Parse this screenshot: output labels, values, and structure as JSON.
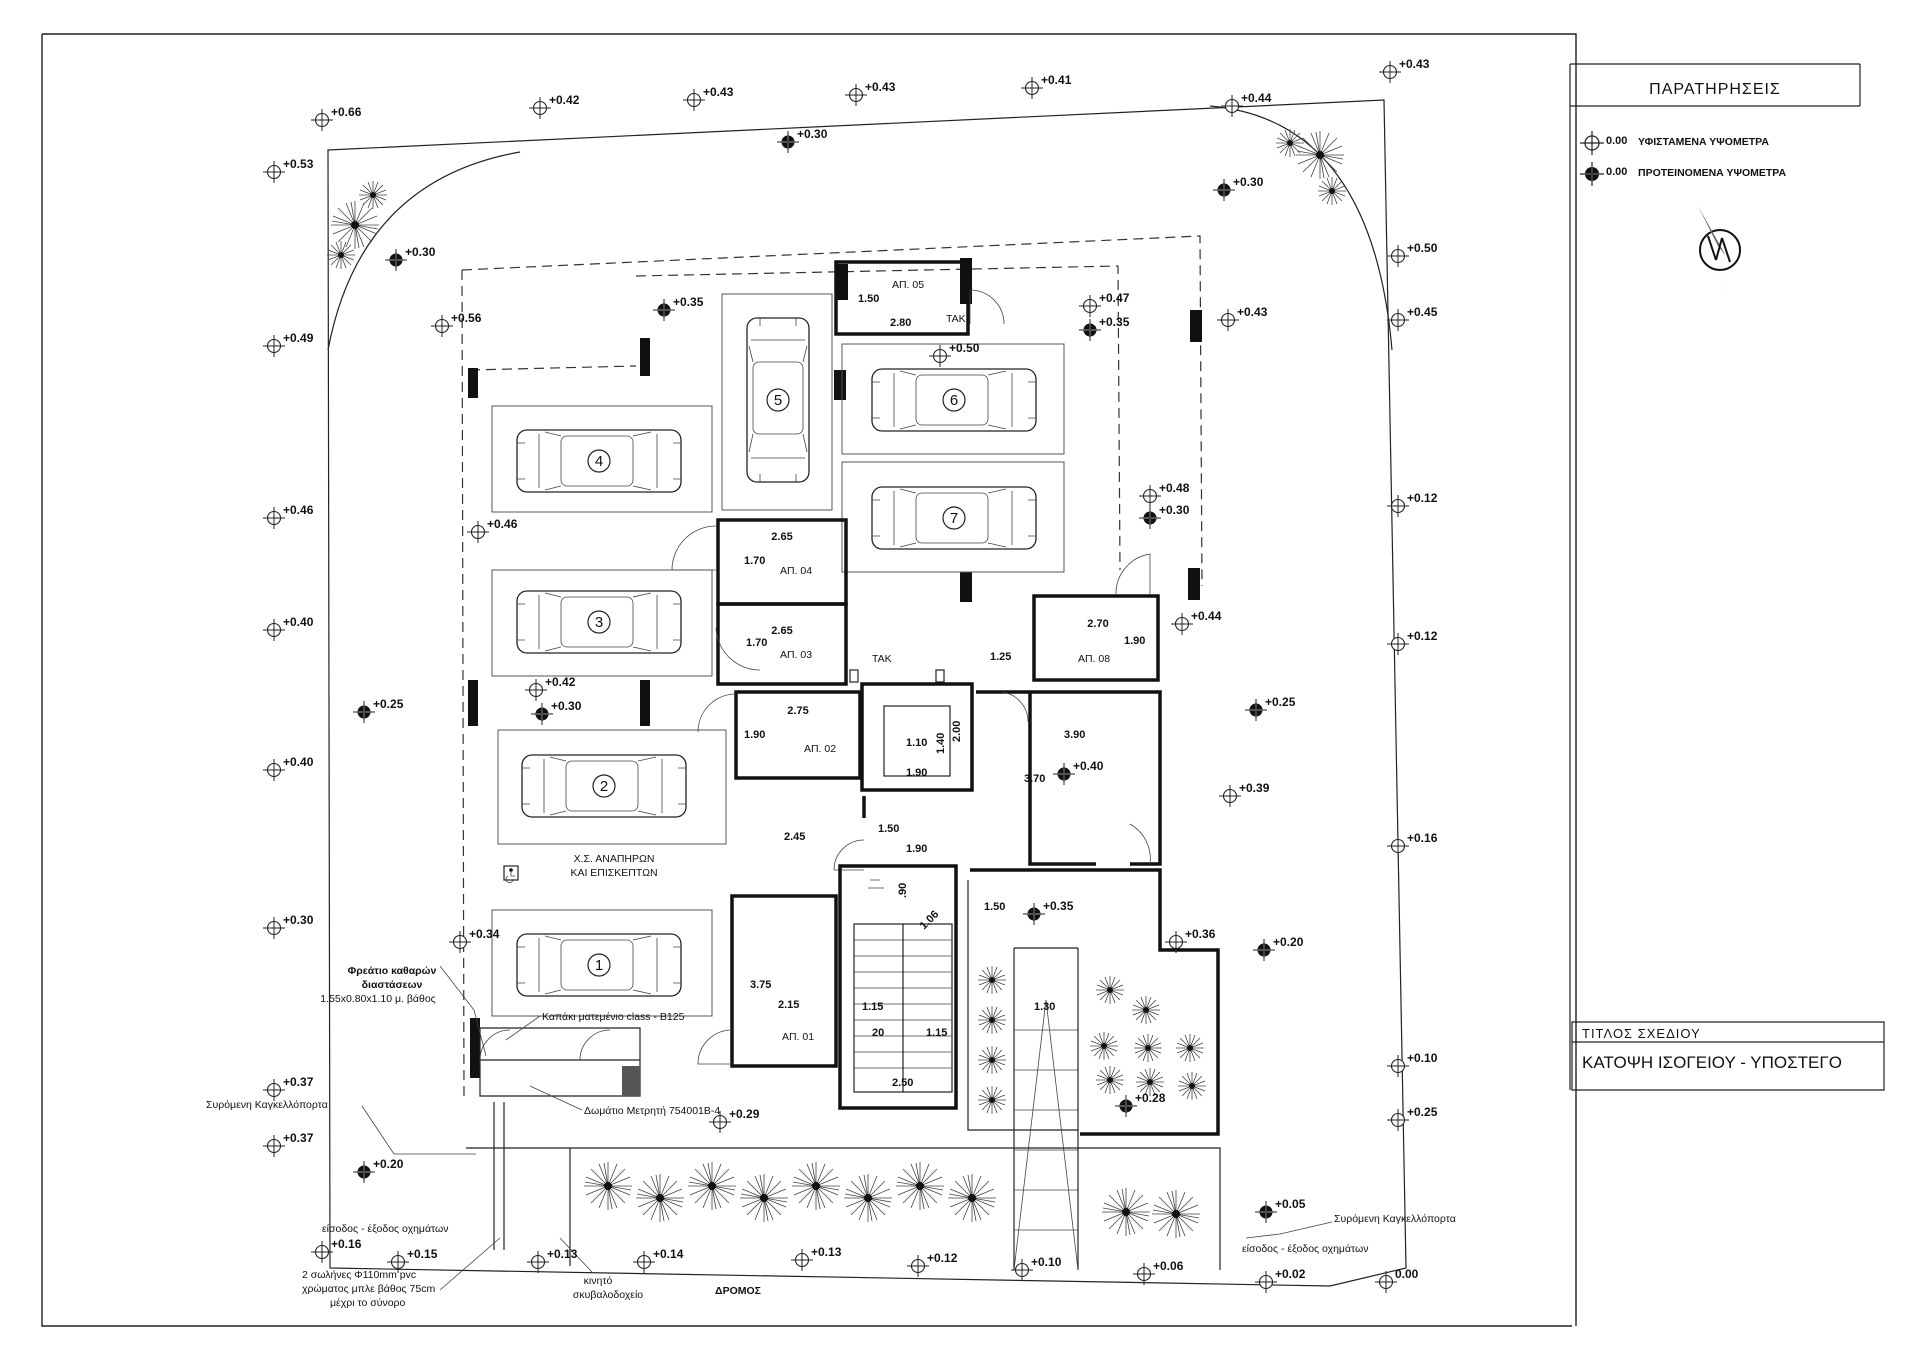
{
  "remarks": {
    "title": "ΠΑΡΑΤΗΡΗΣΕΙΣ",
    "legend": [
      {
        "value": "0.00",
        "label": "ΥΦΙΣΤΑΜΕΝΑ ΥΨΟΜΕΤΡΑ",
        "symbol": "existing"
      },
      {
        "value": "0.00",
        "label": "ΠΡΟΤΕΙΝΟΜΕΝΑ ΥΨΟΜΕΤΡΑ",
        "symbol": "proposed"
      }
    ]
  },
  "title_block": {
    "label": "ΤΙΤΛΟΣ ΣΧΕΔΙΟΥ",
    "title": "ΚΑΤΟΨΗ ΙΣΟΓΕΙΟΥ - ΥΠΟΣΤΕΓΟ"
  },
  "rooms": {
    "ap01": "ΑΠ. 01",
    "ap02": "ΑΠ. 02",
    "ap03": "ΑΠ. 03",
    "ap04": "ΑΠ. 04",
    "ap05": "ΑΠ. 05",
    "ap08": "ΑΠ. 08",
    "tak1": "ΤΑΚ",
    "tak2": "ΤΑΚ"
  },
  "parking": [
    "1",
    "2",
    "3",
    "4",
    "5",
    "6",
    "7"
  ],
  "disabled_parking": [
    "Χ.Σ. ΑΝΑΠΗΡΩΝ",
    "ΚΑΙ ΕΠΙΣΚΕΠΤΩΝ"
  ],
  "dimensions": {
    "ap05_w": "2.80",
    "ap05_h": "1.50",
    "ap04_w": "2.65",
    "ap04_h": "1.70",
    "ap03_w": "2.65",
    "ap03_h": "1.70",
    "ap02_w": "2.75",
    "ap02_h": "1.90",
    "ap08_w": "2.70",
    "ap08_h": "1.90",
    "d125": "1.25",
    "d110": "1.10",
    "d140": "1.40",
    "d200": "2.00",
    "d190a": "1.90",
    "d390": "3.90",
    "d370": "3.70",
    "d245": "2.45",
    "d150a": "1.50",
    "d190b": "1.90",
    "d90": ".90",
    "d106": "1.06",
    "d150b": "1.50",
    "d375": "3.75",
    "d215": "2.15",
    "d115a": "1.15",
    "d115b": "1.15",
    "d20": "20",
    "d250": "2.50",
    "d130": "1.30"
  },
  "notes": {
    "manhole_1": "Φρεάτιο καθαρών",
    "manhole_2": "διαστάσεων",
    "manhole_3": "1.55x0.80x1.10 μ. βάθος",
    "cover": "Καπάκι ματεμένιο class - B125",
    "meter_room": "Δωμάτιο Μετρητή 754001B-4",
    "gate_left": "Συρόμενη Καγκελλόπορτα",
    "gate_right": "Συρόμενη Καγκελλόπορτα",
    "entry_left": "είσοδος - έξοδος οχημάτων",
    "entry_right": "είσοδος - έξοδος οχημάτων",
    "pipes_1": "2 σωλήνες Φ110mm pvc",
    "pipes_2": "χρώματος μπλε βάθος 75cm",
    "pipes_3": "μέχρι το σύνορο",
    "bin_1": "κινητό",
    "bin_2": "σκυβαλοδοχείο",
    "road": "ΔΡΟΜΟΣ"
  },
  "levels": [
    {
      "v": "+0.66",
      "s": "existing"
    },
    {
      "v": "+0.42",
      "s": "existing"
    },
    {
      "v": "+0.43",
      "s": "existing"
    },
    {
      "v": "+0.43",
      "s": "existing"
    },
    {
      "v": "+0.41",
      "s": "existing"
    },
    {
      "v": "+0.44",
      "s": "existing"
    },
    {
      "v": "+0.43",
      "s": "existing"
    },
    {
      "v": "+0.53",
      "s": "existing"
    },
    {
      "v": "+0.30",
      "s": "proposed"
    },
    {
      "v": "+0.30",
      "s": "proposed"
    },
    {
      "v": "+0.30",
      "s": "proposed"
    },
    {
      "v": "+0.50",
      "s": "existing"
    },
    {
      "v": "+0.35",
      "s": "proposed"
    },
    {
      "v": "+0.56",
      "s": "existing"
    },
    {
      "v": "+0.47",
      "s": "existing"
    },
    {
      "v": "+0.35",
      "s": "proposed"
    },
    {
      "v": "+0.43",
      "s": "existing"
    },
    {
      "v": "+0.45",
      "s": "existing"
    },
    {
      "v": "+0.49",
      "s": "existing"
    },
    {
      "v": "+0.50",
      "s": "existing"
    },
    {
      "v": "+0.48",
      "s": "existing"
    },
    {
      "v": "+0.30",
      "s": "proposed"
    },
    {
      "v": "+0.12",
      "s": "existing"
    },
    {
      "v": "+0.46",
      "s": "existing"
    },
    {
      "v": "+0.46",
      "s": "existing"
    },
    {
      "v": "+0.44",
      "s": "existing"
    },
    {
      "v": "+0.40",
      "s": "existing"
    },
    {
      "v": "+0.12",
      "s": "existing"
    },
    {
      "v": "+0.42",
      "s": "existing"
    },
    {
      "v": "+0.30",
      "s": "proposed"
    },
    {
      "v": "+0.25",
      "s": "proposed"
    },
    {
      "v": "+0.25",
      "s": "proposed"
    },
    {
      "v": "+0.40",
      "s": "existing"
    },
    {
      "v": "+0.37",
      "s": "existing"
    },
    {
      "v": "+0.40",
      "s": "proposed"
    },
    {
      "v": "+0.39",
      "s": "existing"
    },
    {
      "v": "+0.16",
      "s": "existing"
    },
    {
      "v": "+0.35",
      "s": "proposed"
    },
    {
      "v": "+0.30",
      "s": "existing"
    },
    {
      "v": "+0.34",
      "s": "existing"
    },
    {
      "v": "+0.36",
      "s": "existing"
    },
    {
      "v": "+0.20",
      "s": "proposed"
    },
    {
      "v": "+0.10",
      "s": "existing"
    },
    {
      "v": "+0.28",
      "s": "proposed"
    },
    {
      "v": "+0.29",
      "s": "existing"
    },
    {
      "v": "+0.25",
      "s": "existing"
    },
    {
      "v": "+0.37",
      "s": "existing"
    },
    {
      "v": "+0.20",
      "s": "proposed"
    },
    {
      "v": "+0.05",
      "s": "proposed"
    },
    {
      "v": "+0.16",
      "s": "existing"
    },
    {
      "v": "+0.15",
      "s": "existing"
    },
    {
      "v": "+0.13",
      "s": "existing"
    },
    {
      "v": "+0.14",
      "s": "existing"
    },
    {
      "v": "+0.13",
      "s": "existing"
    },
    {
      "v": "+0.12",
      "s": "existing"
    },
    {
      "v": "+0.10",
      "s": "existing"
    },
    {
      "v": "+0.06",
      "s": "existing"
    },
    {
      "v": "+0.02",
      "s": "existing"
    },
    {
      "v": "0.00",
      "s": "existing"
    }
  ]
}
